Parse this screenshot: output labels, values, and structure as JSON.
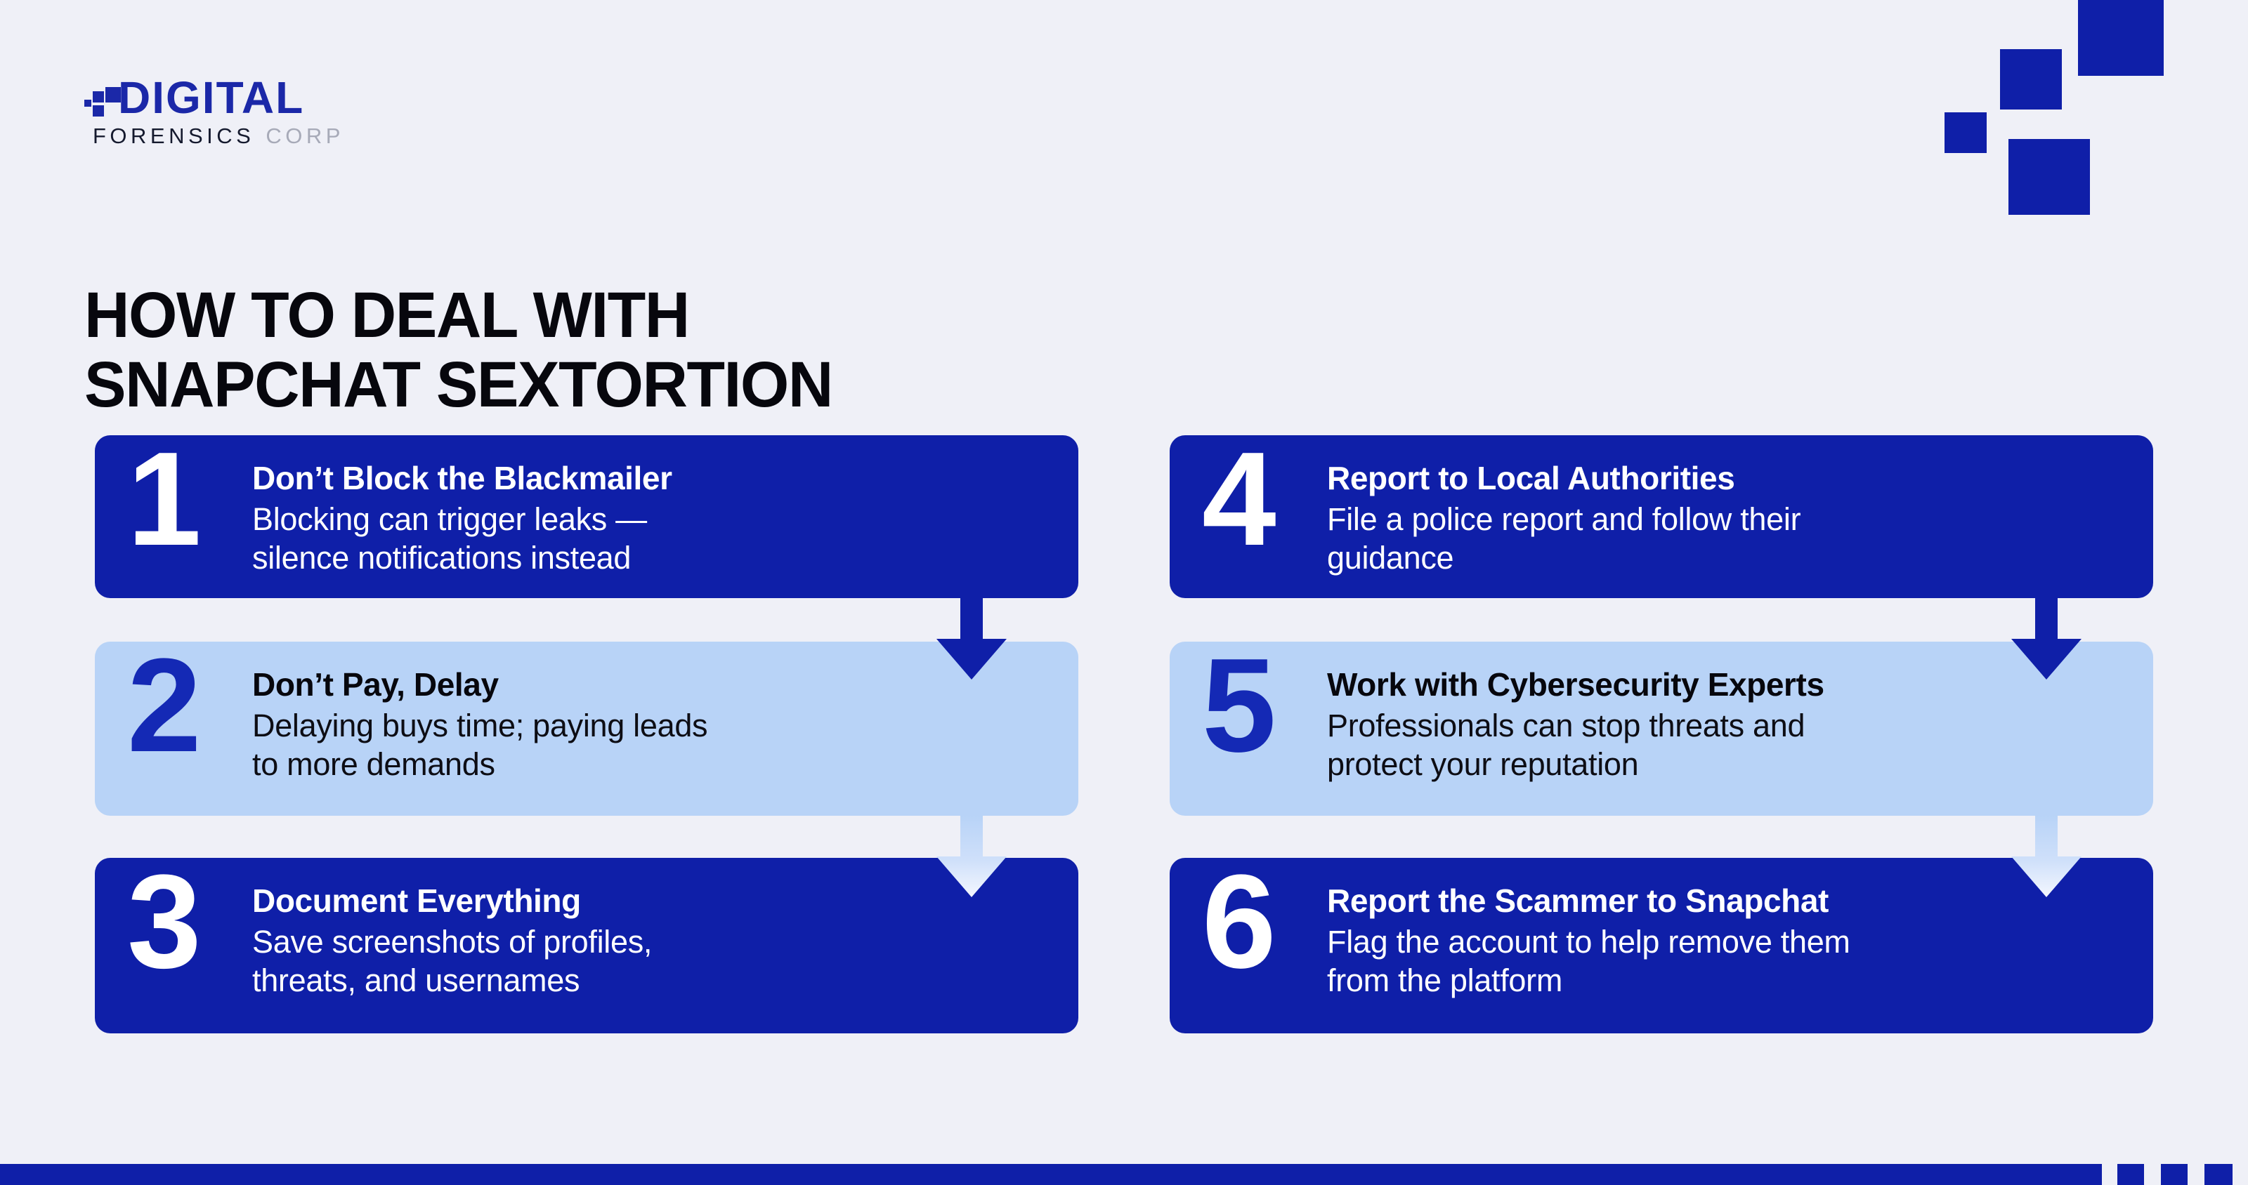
{
  "brand": {
    "logo_line1": "DIGITAL",
    "logo_line2_primary": "FORENSICS",
    "logo_line2_secondary": "CORP"
  },
  "headline": "HOW TO DEAL WITH\nSNAPCHAT SEXTORTION",
  "colors": {
    "background": "#eff0f7",
    "deep_blue": "#0f1fa8",
    "light_blue": "#b8d3f7",
    "number_blue": "#1429b5",
    "logo_blue": "#1b28a8",
    "logo_gray": "#a7aab8",
    "text_dark": "#07070d",
    "text_light": "#ffffff"
  },
  "steps": [
    {
      "number": "1",
      "title": "Don’t Block the Blackmailer",
      "body": "Blocking can trigger leaks —\nsilence notifications instead",
      "variant": "dark",
      "arrow": "arrow-down-solid"
    },
    {
      "number": "2",
      "title": "Don’t Pay, Delay",
      "body": "Delaying buys time; paying leads\nto more demands",
      "variant": "light",
      "arrow": "arrow-down-gradient"
    },
    {
      "number": "3",
      "title": "Document Everything",
      "body": "Save screenshots of profiles,\nthreats, and usernames",
      "variant": "dark",
      "arrow": "none"
    },
    {
      "number": "4",
      "title": "Report to Local Authorities",
      "body": "File a police report and follow their\nguidance",
      "variant": "dark",
      "arrow": "arrow-down-solid"
    },
    {
      "number": "5",
      "title": "Work with Cybersecurity Experts",
      "body": "Professionals can stop threats and\nprotect your reputation",
      "variant": "light",
      "arrow": "arrow-down-gradient"
    },
    {
      "number": "6",
      "title": "Report the Scammer to Snapchat",
      "body": "Flag the account to help remove them\nfrom the platform",
      "variant": "dark",
      "arrow": "none"
    }
  ]
}
